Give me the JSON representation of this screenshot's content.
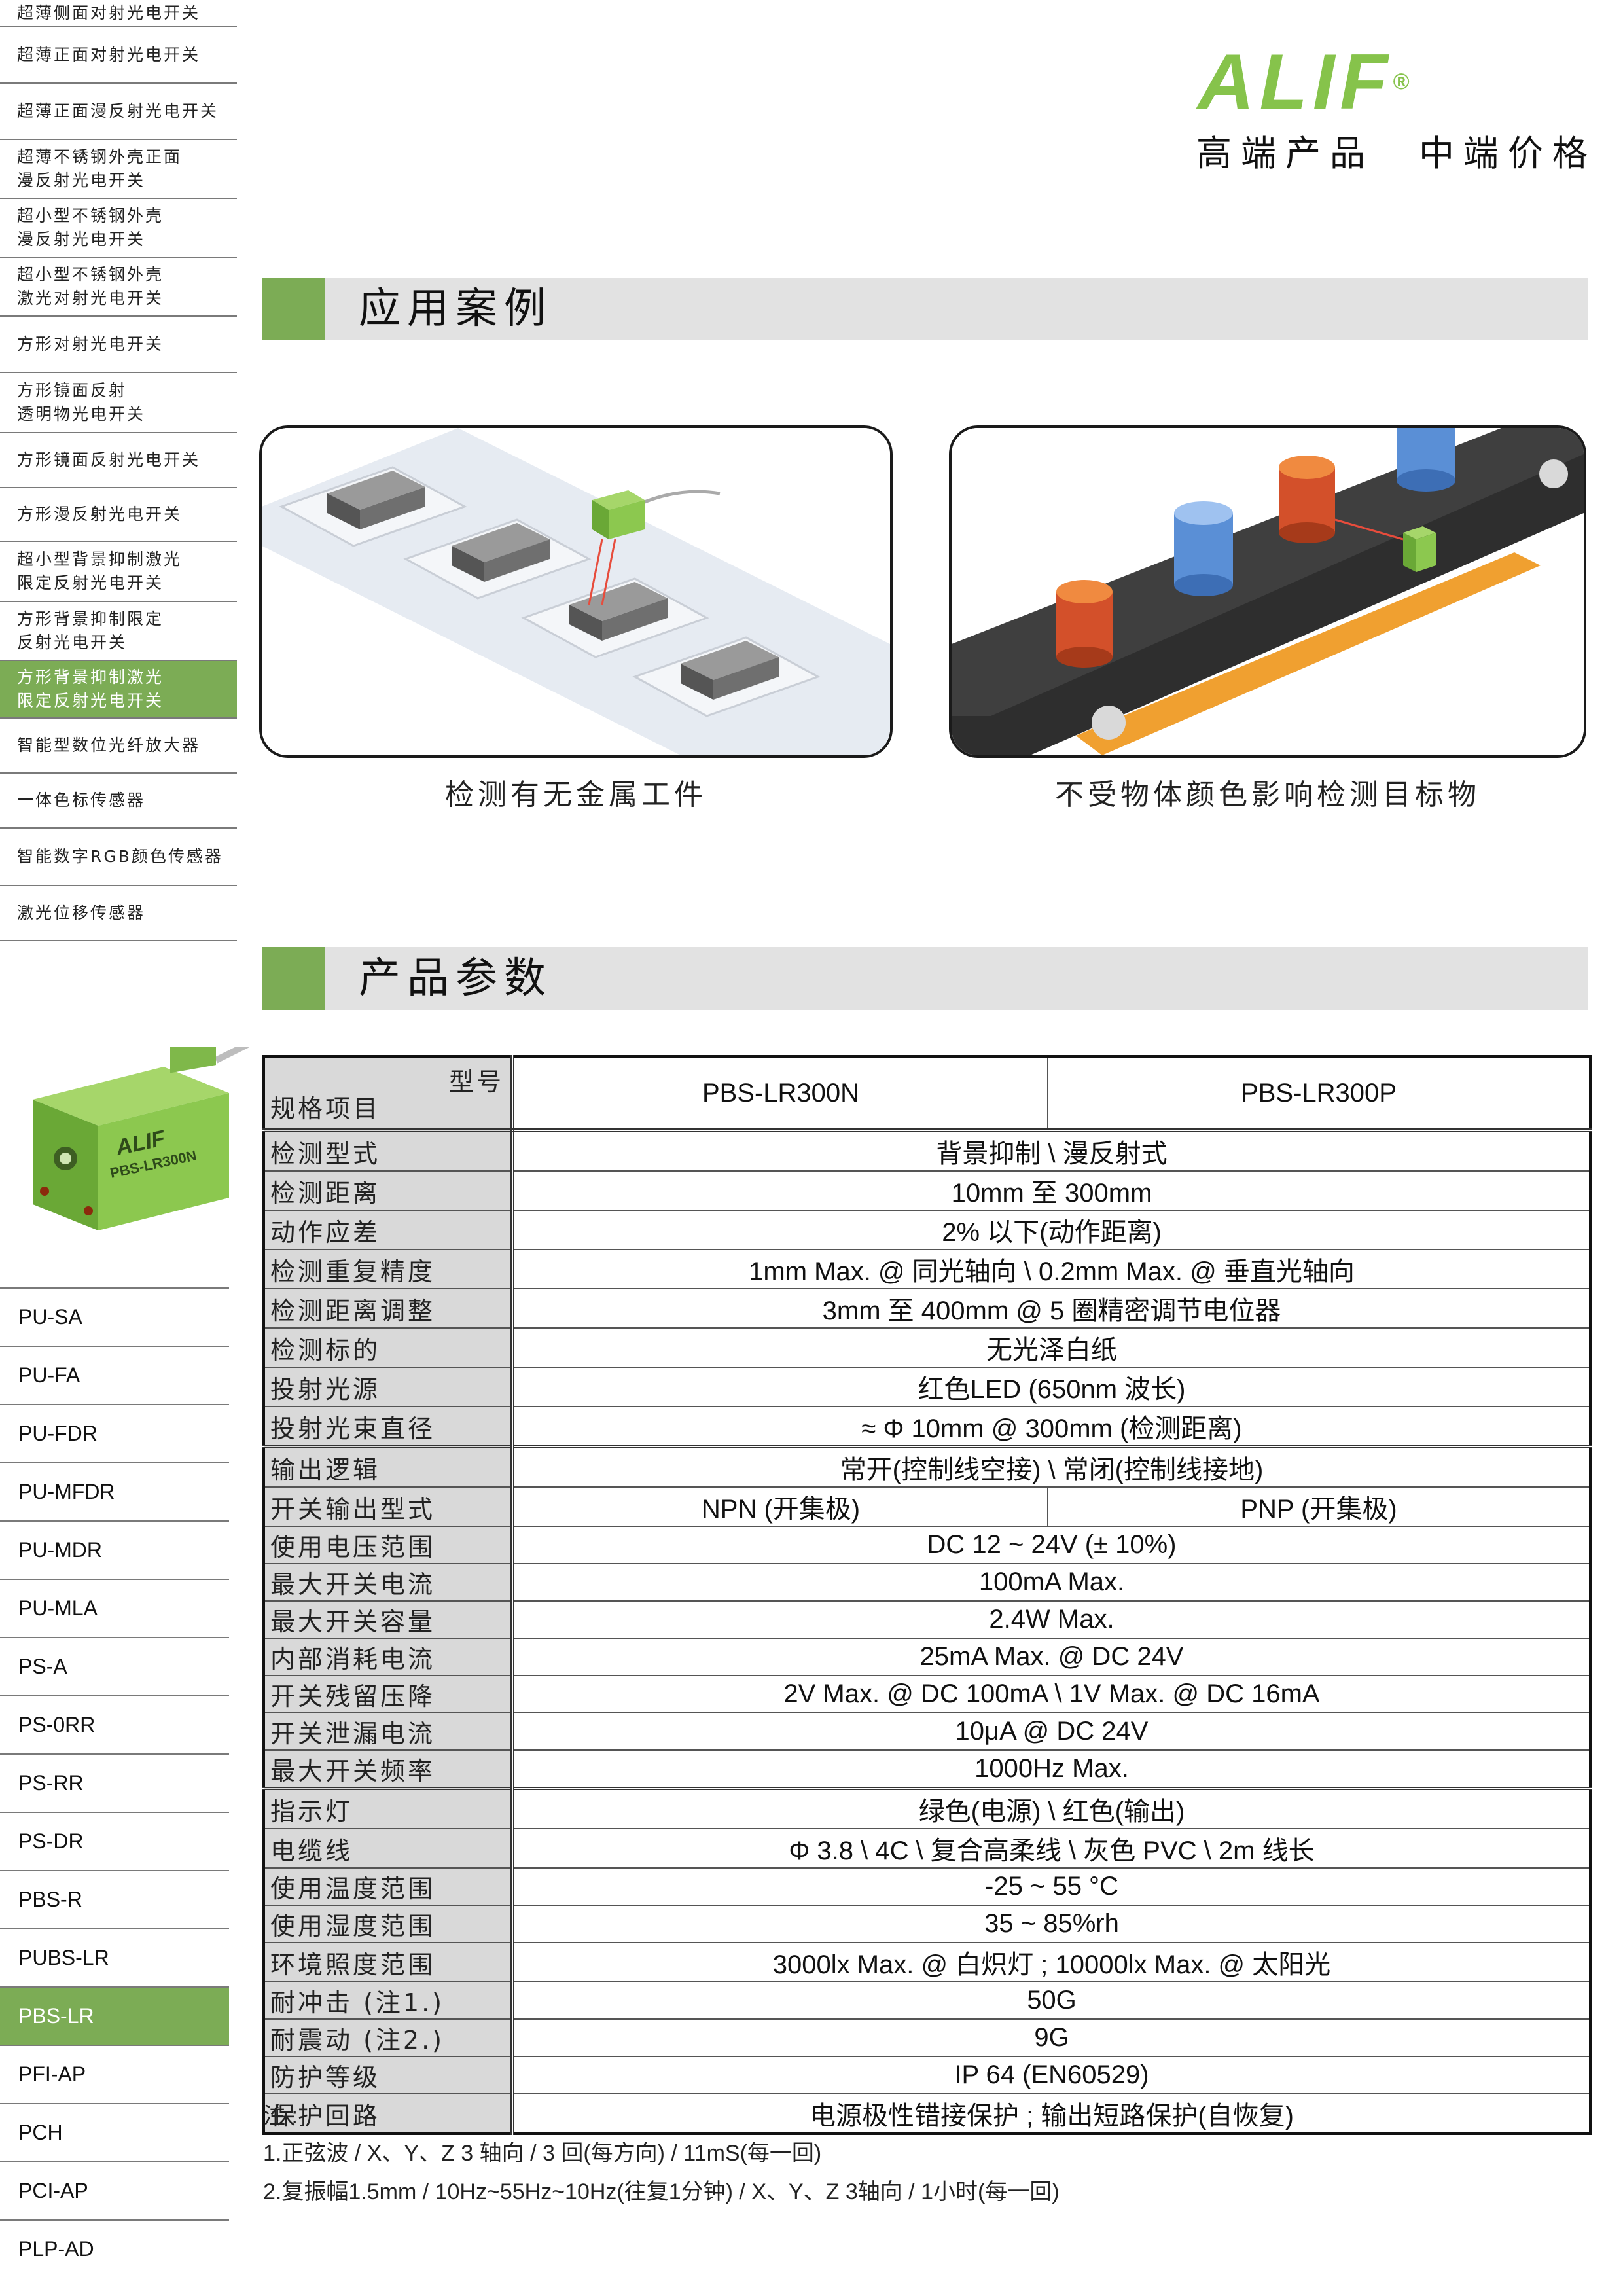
{
  "brand": {
    "logo_text": "ALIF",
    "registered": "®",
    "slogan": "高端产品　中端价格",
    "colors": {
      "brand_green": "#7cac55",
      "accent_red": "#d0112b"
    }
  },
  "sidebar": {
    "categories": [
      {
        "label": "超薄侧面对射光电开关",
        "active": false
      },
      {
        "label": "超薄正面对射光电开关",
        "active": false
      },
      {
        "label": "超薄正面漫反射光电开关",
        "active": false
      },
      {
        "label": "超薄不锈钢外壳正面\n漫反射光电开关",
        "active": false
      },
      {
        "label": "超小型不锈钢外壳\n漫反射光电开关",
        "active": false
      },
      {
        "label": "超小型不锈钢外壳\n激光对射光电开关",
        "active": false
      },
      {
        "label": "方形对射光电开关",
        "active": false
      },
      {
        "label": "方形镜面反射\n透明物光电开关",
        "active": false
      },
      {
        "label": "方形镜面反射光电开关",
        "active": false
      },
      {
        "label": "方形漫反射光电开关",
        "active": false
      },
      {
        "label": "超小型背景抑制激光\n限定反射光电开关",
        "active": false
      },
      {
        "label": "方形背景抑制限定\n反射光电开关",
        "active": false
      },
      {
        "label": "方形背景抑制激光\n限定反射光电开关",
        "active": true
      },
      {
        "label": "智能型数位光纤放大器",
        "active": false
      },
      {
        "label": "一体色标传感器",
        "active": false
      },
      {
        "label": "智能数字RGB颜色传感器",
        "active": false
      },
      {
        "label": "激光位移传感器",
        "active": false
      }
    ],
    "product_image": {
      "logo": "ALIF",
      "model": "PBS-LR300N"
    },
    "models": [
      {
        "label": "PU-SA",
        "active": false
      },
      {
        "label": "PU-FA",
        "active": false
      },
      {
        "label": "PU-FDR",
        "active": false
      },
      {
        "label": "PU-MFDR",
        "active": false
      },
      {
        "label": "PU-MDR",
        "active": false
      },
      {
        "label": "PU-MLA",
        "active": false
      },
      {
        "label": "PS-A",
        "active": false
      },
      {
        "label": "PS-0RR",
        "active": false
      },
      {
        "label": "PS-RR",
        "active": false
      },
      {
        "label": "PS-DR",
        "active": false
      },
      {
        "label": "PBS-R",
        "active": false
      },
      {
        "label": "PUBS-LR",
        "active": false
      },
      {
        "label": "PBS-LR",
        "active": true
      },
      {
        "label": "PFI-AP",
        "active": false
      },
      {
        "label": "PCH",
        "active": false
      },
      {
        "label": "PCI-AP",
        "active": false
      },
      {
        "label": "PLP-AD",
        "active": false
      }
    ]
  },
  "cases": {
    "title": "应用案例",
    "items": [
      {
        "caption": "检测有无金属工件"
      },
      {
        "caption": "不受物体颜色影响检测目标物"
      }
    ]
  },
  "specs": {
    "title": "产品参数",
    "header": {
      "type_label": "型号",
      "item_label": "规格项目",
      "models": [
        "PBS-LR300N",
        "PBS-LR300P"
      ]
    },
    "rows": [
      {
        "label": "检测型式",
        "value": "背景抑制 \\ 漫反射式"
      },
      {
        "label": "检测距离",
        "value": "10mm  至 300mm"
      },
      {
        "label": "动作应差",
        "value": "2% 以下(动作距离)"
      },
      {
        "label": "检测重复精度",
        "value": "1mm  Max. @ 同光轴向 \\ 0.2mm  Max. @ 垂直光轴向"
      },
      {
        "label": "检测距离调整",
        "value": "3mm  至 400mm  @ 5 圈精密调节电位器"
      },
      {
        "label": "检测标的",
        "value": "无光泽白纸"
      },
      {
        "label": "投射光源",
        "value": "红色LED (650nm  波长)"
      },
      {
        "label": "投射光束直径",
        "value": "≈  Φ  10mm  @ 300mm  (检测距离)"
      },
      {
        "label": "输出逻辑",
        "value": "常开(控制线空接) \\ 常闭(控制线接地)",
        "group": true
      },
      {
        "label": "开关输出型式",
        "values": [
          "NPN (开集极)",
          "PNP (开集极)"
        ]
      },
      {
        "label": "使用电压范围",
        "value": "DC 12 ~ 24V (±  10%)"
      },
      {
        "label": "最大开关电流",
        "value": "100mA Max."
      },
      {
        "label": "最大开关容量",
        "value": "2.4W Max."
      },
      {
        "label": "内部消耗电流",
        "value": "25mA Max. @ DC 24V"
      },
      {
        "label": "开关残留压降",
        "value": "2V Max. @ DC 100mA  \\  1V Max. @ DC 16mA"
      },
      {
        "label": "开关泄漏电流",
        "value": "10μA @ DC 24V"
      },
      {
        "label": "最大开关频率",
        "value": "1000Hz Max."
      },
      {
        "label": "指示灯",
        "value": "绿色(电源) \\ 红色(输出)",
        "group": true
      },
      {
        "label": "电缆线",
        "value": "Φ 3.8 \\ 4C \\  复合高柔线 \\ 灰色 PVC \\ 2m  线长"
      },
      {
        "label": "使用温度范围",
        "value": "-25 ~ 55 °C"
      },
      {
        "label": "使用湿度范围",
        "value": "35 ~ 85%rh"
      },
      {
        "label": "环境照度范围",
        "value": "3000lx Max. @ 白炽灯 ; 10000lx Max. @ 太阳光"
      },
      {
        "label": "耐冲击  (注1.)",
        "value": "50G"
      },
      {
        "label": "耐震动  (注2.)",
        "value": "9G"
      },
      {
        "label": "防护等级",
        "value": "IP 64 (EN60529)"
      },
      {
        "label": "保护回路",
        "value": "电源极性错接保护 ; 输出短路保护(自恢复)"
      }
    ]
  },
  "notes": {
    "title": "注 :",
    "lines": [
      "1.正弦波 / X、Y、Z 3 轴向 / 3 回(每方向) / 11mS(每一回)",
      "2.复振幅1.5mm / 10Hz~55Hz~10Hz(往复1分钟) / X、Y、Z 3轴向 / 1小时(每一回)"
    ]
  }
}
